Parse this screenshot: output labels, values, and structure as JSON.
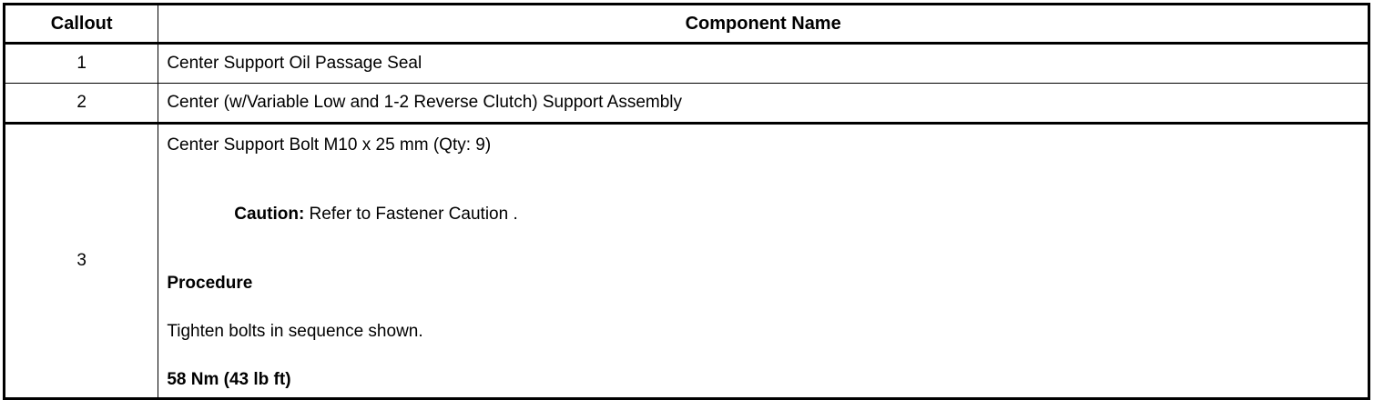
{
  "table": {
    "columns": [
      {
        "key": "callout",
        "label": "Callout"
      },
      {
        "key": "component_name",
        "label": "Component Name"
      }
    ],
    "rows": [
      {
        "callout": "1",
        "component_name": "Center Support Oil Passage Seal"
      },
      {
        "callout": "2",
        "component_name": "Center (w/Variable Low and 1-2 Reverse Clutch) Support Assembly"
      },
      {
        "callout": "3",
        "paragraphs": {
          "part_description": "Center Support Bolt M10 x 25 mm (Qty: 9)",
          "caution_label": "Caution:",
          "caution_text": " Refer to Fastener Caution .",
          "procedure_heading": "Procedure",
          "procedure_step": "Tighten bolts in sequence shown.",
          "torque_spec": "58 Nm (43 lb ft)"
        }
      }
    ]
  },
  "colors": {
    "border": "#000000",
    "text": "#000000",
    "background": "#ffffff"
  }
}
